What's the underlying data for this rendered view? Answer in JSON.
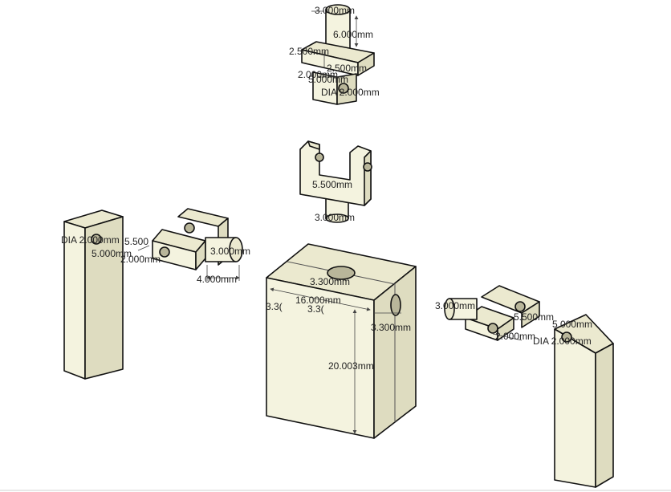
{
  "colors": {
    "part_front": "#f4f3df",
    "part_side": "#dedcc0",
    "part_top": "#ebe9cf",
    "part_shadow": "#b9b69a",
    "outline": "#111111",
    "dimension_text": "#222222",
    "background": "#ffffff"
  },
  "dimensions": {
    "top_pin_dia": "3.000mm",
    "top_pin_length": "6.000mm",
    "top_flange_left": "2.500mm",
    "top_flange_right": "2.500mm",
    "top_flange_thickness": "2.000mm",
    "top_flange_width": "5.000mm",
    "top_hole_dia": "DIA 2.000mm",
    "mid_yoke_width": "5.500mm",
    "mid_yoke_pin_dia": "3.000mm",
    "left_hole_dia": "DIA 2.000mm",
    "left_yoke_width": "5.500",
    "left_yoke_height": "5.000mm",
    "left_yoke_thickness": "2.000mm",
    "left_pin_dia": "3.000mm",
    "left_pin_length": "4.000mm",
    "block_hole_dia": "3.300mm",
    "block_width": "16.000mm",
    "block_left_3": "3.3(",
    "block_left_3b": "3.3(",
    "block_side_hole": "3.300mm",
    "block_height": "20.003mm",
    "right_pin_dia": "3.000mm",
    "right_yoke_width": "5.500mm",
    "right_yoke_thickness": "2.000mm",
    "right_post_width": "5.000mm",
    "right_hole_dia": "DIA 2.000mm"
  }
}
